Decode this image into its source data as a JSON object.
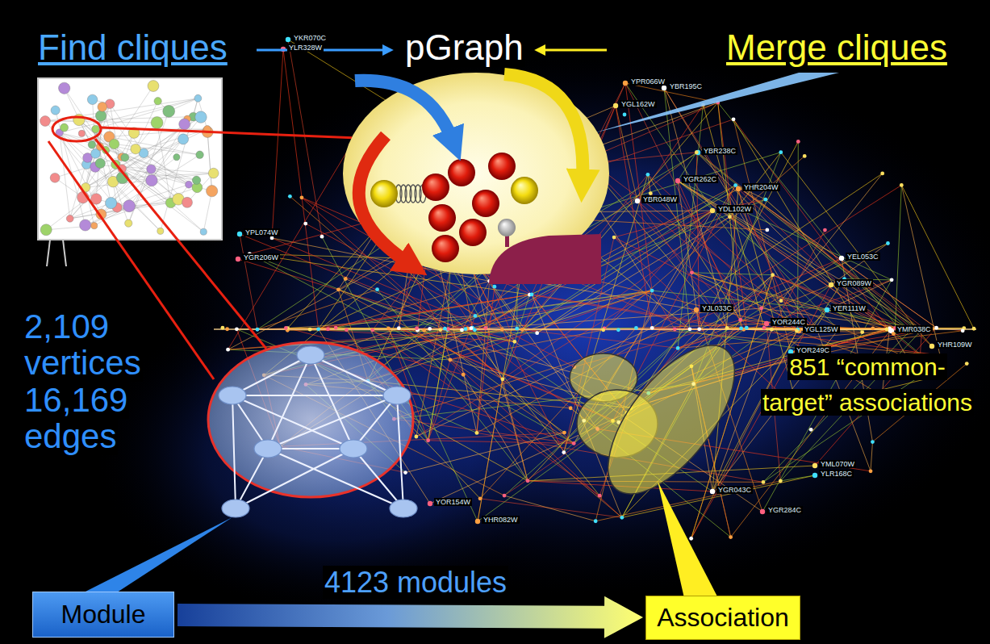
{
  "diagram": {
    "nodes": [
      {
        "text": [
          "Module"
        ]
      },
      {
        "text": [
          "Association"
        ]
      }
    ],
    "edges": [
      {
        "from": 0,
        "to": 1,
        "arrow": "to",
        "label": "4123 modules"
      }
    ],
    "labels": [
      "Find cliques",
      "pGraph",
      "Merge cliques",
      "2,109 vertices 16,169 edges",
      "851 “common-target” associations",
      "YKR070C",
      "YLR328W",
      "YPR066W",
      "YBR195C",
      "YGL162W",
      "YBR238C",
      "YGR262C",
      "YHR204W",
      "YBR048W",
      "YDL102W",
      "YPL074W",
      "YGR206W",
      "YJL033C",
      "YEL053C",
      "YGR089W",
      "YER111W",
      "YOR244C",
      "YGL125W",
      "YMR038C",
      "YHR109W",
      "YOR249C",
      "YOR154W",
      "YHR082W",
      "YGR043C",
      "YML070W",
      "YLR168C",
      "YGR284C"
    ]
  }
}
